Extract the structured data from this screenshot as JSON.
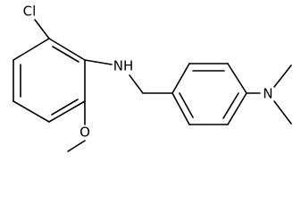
{
  "molecule": {
    "atoms": {
      "chlorine": "Cl",
      "amine_nh": "NH",
      "methoxy_oxygen": "O",
      "dimethylamino_nitrogen": "N"
    }
  }
}
